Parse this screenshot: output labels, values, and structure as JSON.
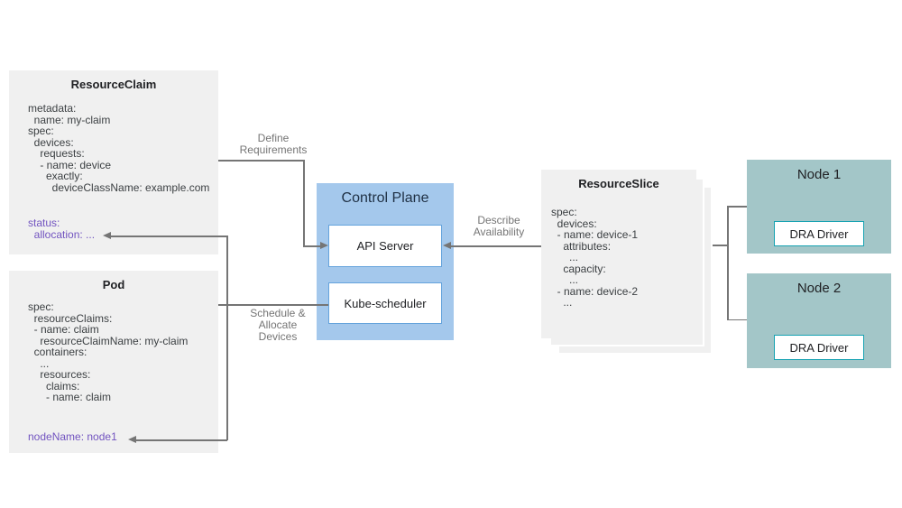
{
  "diagram": {
    "resource_claim": {
      "title": "ResourceClaim",
      "body": "metadata:\n  name: my-claim\nspec:\n  devices:\n    requests:\n    - name: device\n      exactly:\n        deviceClassName: example.com",
      "status": "status:\n  allocation: ..."
    },
    "pod": {
      "title": "Pod",
      "body": "spec:\n  resourceClaims:\n  - name: claim\n    resourceClaimName: my-claim\n  containers:\n    ...\n    resources:\n      claims:\n      - name: claim",
      "status": "nodeName: node1"
    },
    "control_plane": {
      "title": "Control Plane",
      "api_server": "API Server",
      "kube_scheduler": "Kube-scheduler"
    },
    "resource_slice": {
      "title": "ResourceSlice",
      "body": "spec:\n  devices:\n  - name: device-1\n    attributes:\n      ...\n    capacity:\n      ...\n  - name: device-2\n    ..."
    },
    "node1": {
      "title": "Node 1",
      "driver": "DRA Driver"
    },
    "node2": {
      "title": "Node 2",
      "driver": "DRA Driver"
    },
    "labels": {
      "define_requirements": "Define\nRequirements",
      "describe_availability": "Describe\nAvailability",
      "schedule_allocate": "Schedule &\nAllocate\nDevices"
    },
    "colors": {
      "box_gray": "#F0F0F0",
      "control_plane_blue": "#A4C8EC",
      "inner_border_blue": "#64A3DC",
      "node_teal": "#A3C6C8",
      "driver_border_teal": "#16A2B2",
      "text_dark": "#202124",
      "text_code": "#3C4043",
      "text_purple": "#7254C0",
      "label_gray": "#757575",
      "line_gray": "#757575"
    }
  }
}
